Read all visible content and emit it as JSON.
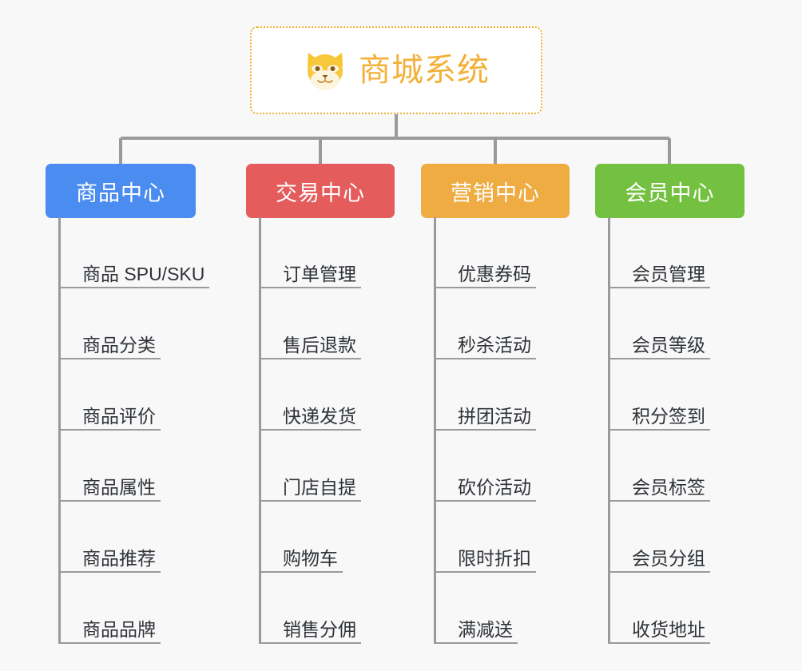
{
  "diagram": {
    "type": "mind-map",
    "background_color": "#f8f8f8",
    "root": {
      "title": "商城系统",
      "icon": "shiba-dog-icon",
      "text_color": "#f3b13a",
      "border_color": "#f0b02f",
      "fill_color": "#ffffff"
    },
    "connector_color": "#9a9a9a",
    "branches": [
      {
        "label": "商品中心",
        "color": "#4a8cf0",
        "items": [
          "商品 SPU/SKU",
          "商品分类",
          "商品评价",
          "商品属性",
          "商品推荐",
          "商品品牌"
        ]
      },
      {
        "label": "交易中心",
        "color": "#e45c5c",
        "items": [
          "订单管理",
          "售后退款",
          "快递发货",
          "门店自提",
          "购物车",
          "销售分佣"
        ]
      },
      {
        "label": "营销中心",
        "color": "#eeac42",
        "items": [
          "优惠券码",
          "秒杀活动",
          "拼团活动",
          "砍价活动",
          "限时折扣",
          "满减送"
        ]
      },
      {
        "label": "会员中心",
        "color": "#74c141",
        "items": [
          "会员管理",
          "会员等级",
          "积分签到",
          "会员标签",
          "会员分组",
          "收货地址"
        ]
      }
    ]
  }
}
